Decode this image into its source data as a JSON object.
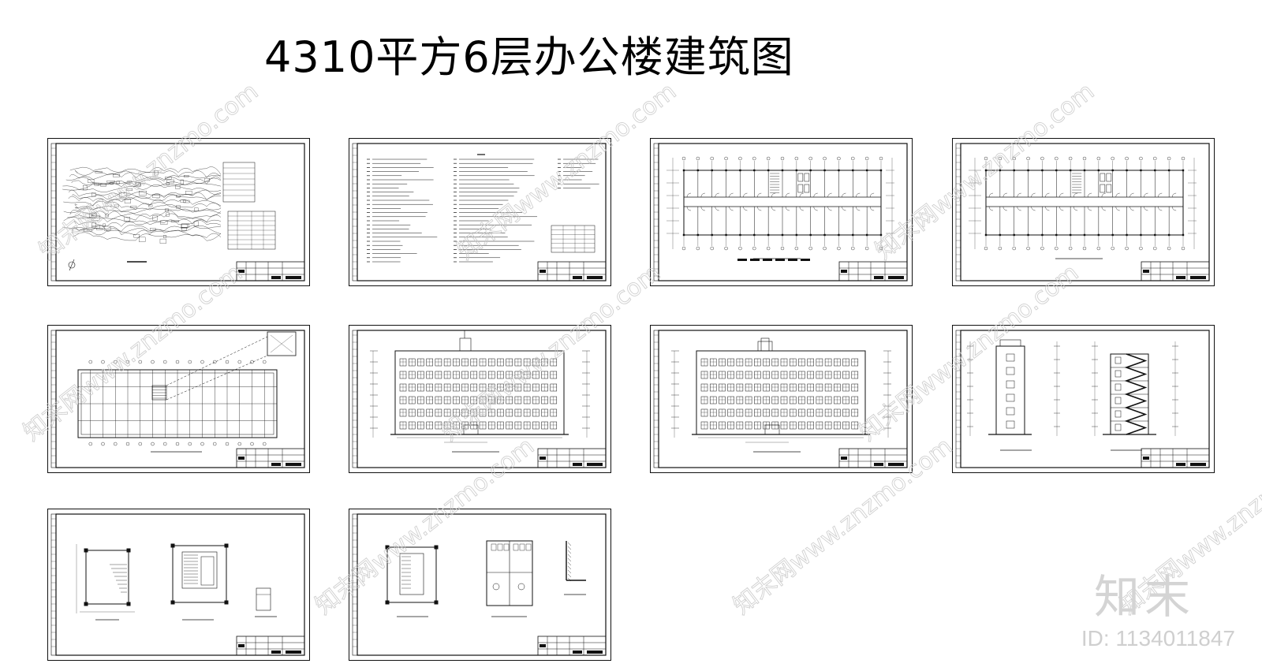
{
  "page": {
    "title": "4310平方6层办公楼建筑图"
  },
  "sheets": [
    {
      "kind": "site-plan"
    },
    {
      "kind": "notes"
    },
    {
      "kind": "floor-plan"
    },
    {
      "kind": "floor-plan"
    },
    {
      "kind": "roof-plan"
    },
    {
      "kind": "elevation"
    },
    {
      "kind": "elevation"
    },
    {
      "kind": "section"
    },
    {
      "kind": "stair-detail"
    },
    {
      "kind": "toilet-detail"
    }
  ],
  "watermark": {
    "repeat_text": "知末网www.znzmo.com",
    "logo": "知末",
    "id_label": "ID: 1134011847"
  }
}
